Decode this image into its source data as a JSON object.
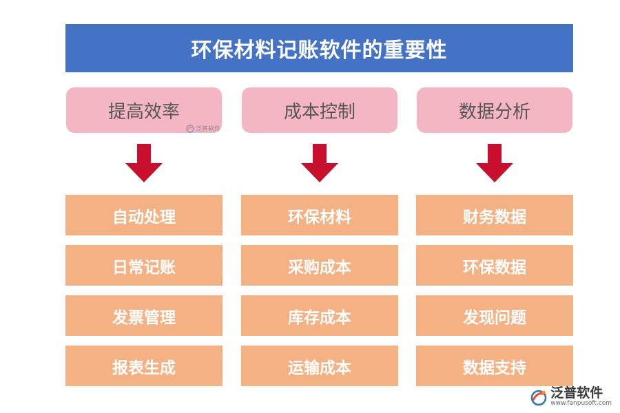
{
  "title": "环保材料记账软件的重要性",
  "colors": {
    "title_bg": "#4472c4",
    "header_bg": "#f4b6c2",
    "item_bg": "#f4b183",
    "arrow": "#c8102e"
  },
  "columns": [
    {
      "header": "提高效率",
      "items": [
        "自动处理",
        "日常记账",
        "发票管理",
        "报表生成"
      ]
    },
    {
      "header": "成本控制",
      "items": [
        "环保材料",
        "采购成本",
        "库存成本",
        "运输成本"
      ]
    },
    {
      "header": "数据分析",
      "items": [
        "财务数据",
        "环保数据",
        "发现问题",
        "数据支持"
      ]
    }
  ],
  "watermark": {
    "small_text": "泛普软件",
    "logo_text": "泛普软件",
    "logo_url": "www.fanpusoft.com"
  }
}
